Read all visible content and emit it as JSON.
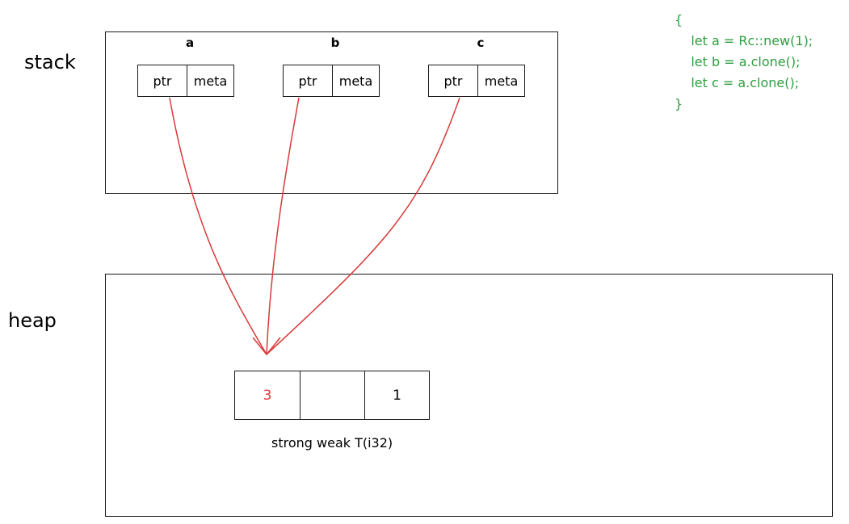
{
  "regions": {
    "stack_label": "stack",
    "heap_label": "heap"
  },
  "stack_vars": [
    {
      "name": "a",
      "ptr_label": "ptr",
      "meta_label": "meta"
    },
    {
      "name": "b",
      "ptr_label": "ptr",
      "meta_label": "meta"
    },
    {
      "name": "c",
      "ptr_label": "ptr",
      "meta_label": "meta"
    }
  ],
  "heap_block": {
    "strong": "3",
    "weak": "",
    "value": "1",
    "caption": "strong weak T(i32)"
  },
  "code": {
    "lines": [
      "{",
      "    let a = Rc::new(1);",
      "    let b = a.clone();",
      "    let c = a.clone();",
      "}"
    ]
  },
  "colors": {
    "arrow": "#d93a3a",
    "strong_count": "#d93a3a",
    "code": "#2e9e3f",
    "border": "#1a1a1a"
  }
}
